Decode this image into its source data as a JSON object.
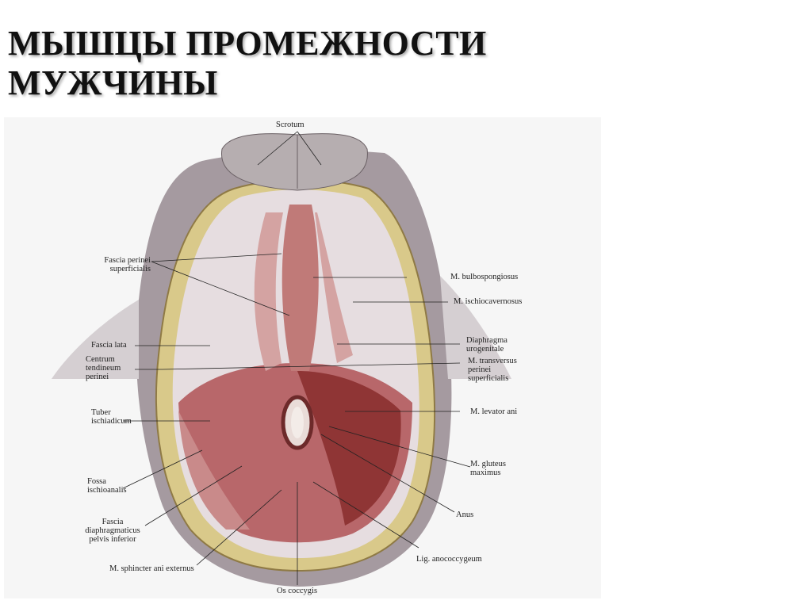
{
  "title": {
    "line1": "МЫШЦЫ ПРОМЕЖНОСТИ",
    "line2": "МУЖЧИНЫ"
  },
  "diagram": {
    "colors": {
      "background": "#f6f6f6",
      "muscle": "#b8676a",
      "muscle_dark": "#7a2a2a",
      "fat": "#d9c98a",
      "skin": "#9a8e92",
      "fascia": "#e6dde0"
    },
    "labels": {
      "scrotum": "Scrotum",
      "fascia_perinei_1": "Fascia perinei",
      "fascia_perinei_2": "superficialis",
      "fascia_lata": "Fascia lata",
      "centrum_1": "Centrum",
      "centrum_2": "tendineum",
      "centrum_3": "perinei",
      "tuber_1": "Tuber",
      "tuber_2": "ischiadicum",
      "fossa_1": "Fossa",
      "fossa_2": "ischioanalis",
      "fascia_diaph_1": "Fascia",
      "fascia_diaph_2": "diaphragmaticus",
      "fascia_diaph_3": "pelvis inferior",
      "sphincter": "M. sphincter ani externus",
      "os_coccygis": "Os coccygis",
      "bulbospongiosus": "M. bulbospongiosus",
      "ischiocavernosus": "M. ischiocavernosus",
      "diaphragma_1": "Diaphragma",
      "diaphragma_2": "urogenitale",
      "transversus_1": "M. transversus",
      "transversus_2": "perinei",
      "transversus_3": "superficialis",
      "levator": "M. levator ani",
      "gluteus_1": "M. gluteus",
      "gluteus_2": "maximus",
      "anus": "Anus",
      "lig_anococcygeum": "Lig. anococcygeum"
    }
  }
}
